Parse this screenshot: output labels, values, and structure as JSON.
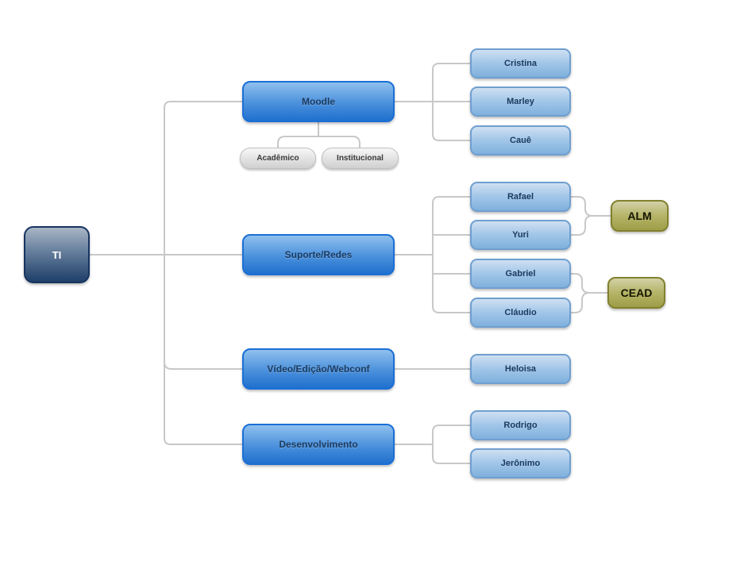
{
  "diagram_type": "org-chart",
  "nodes": {
    "ti": {
      "label": "TI"
    },
    "moodle": {
      "label": "Moodle"
    },
    "academico": {
      "label": "Acadêmico"
    },
    "institucional": {
      "label": "Institucional"
    },
    "cristina": {
      "label": "Cristina"
    },
    "marley": {
      "label": "Marley"
    },
    "caue": {
      "label": "Cauê"
    },
    "suporte": {
      "label": "Suporte/Redes"
    },
    "rafael": {
      "label": "Rafael"
    },
    "yuri": {
      "label": "Yuri"
    },
    "gabriel": {
      "label": "Gabriel"
    },
    "claudio": {
      "label": "Cláudio"
    },
    "alm": {
      "label": "ALM"
    },
    "cead": {
      "label": "CEAD"
    },
    "video": {
      "label": "Vídeo/Edição/Webconf"
    },
    "heloisa": {
      "label": "Heloisa"
    },
    "desenvolvimento": {
      "label": "Desenvolvimento"
    },
    "rodrigo": {
      "label": "Rodrigo"
    },
    "jeronimo": {
      "label": "Jerônimo"
    }
  },
  "hierarchy": {
    "root": "TI",
    "branches": [
      {
        "name": "Moodle",
        "members": [
          "Cristina",
          "Marley",
          "Cauê"
        ],
        "sub_areas": [
          "Acadêmico",
          "Institucional"
        ]
      },
      {
        "name": "Suporte/Redes",
        "members": [
          "Rafael",
          "Yuri",
          "Gabriel",
          "Cláudio"
        ],
        "groups": [
          {
            "name": "ALM",
            "members": [
              "Rafael",
              "Yuri"
            ]
          },
          {
            "name": "CEAD",
            "members": [
              "Gabriel",
              "Cláudio"
            ]
          }
        ]
      },
      {
        "name": "Vídeo/Edição/Webconf",
        "members": [
          "Heloisa"
        ]
      },
      {
        "name": "Desenvolvimento",
        "members": [
          "Rodrigo",
          "Jerônimo"
        ]
      }
    ]
  },
  "colors": {
    "background": "#ffffff",
    "connector": "#c8c8c8",
    "root_node_top": "#a9b6c5",
    "root_node_bottom": "#1e3f68",
    "root_border": "#163460",
    "root_text": "#ffffff",
    "branch_node_top": "#8fc0ee",
    "branch_node_bottom": "#2070ce",
    "branch_border": "#1b6fd6",
    "branch_text": "#1b3a5e",
    "member_node_top": "#cfe0f2",
    "member_node_bottom": "#7fb0dd",
    "member_border": "#6f9fd0",
    "member_text": "#1b3a5e",
    "area_node_top": "#f7f7f7",
    "area_node_bottom": "#d0d0d0",
    "area_border": "#bfbfbf",
    "area_text": "#3a3a3a",
    "group_node_top": "#d2d1a6",
    "group_node_bottom": "#9e9d47",
    "group_border": "#82812e",
    "group_text": "#151500"
  }
}
